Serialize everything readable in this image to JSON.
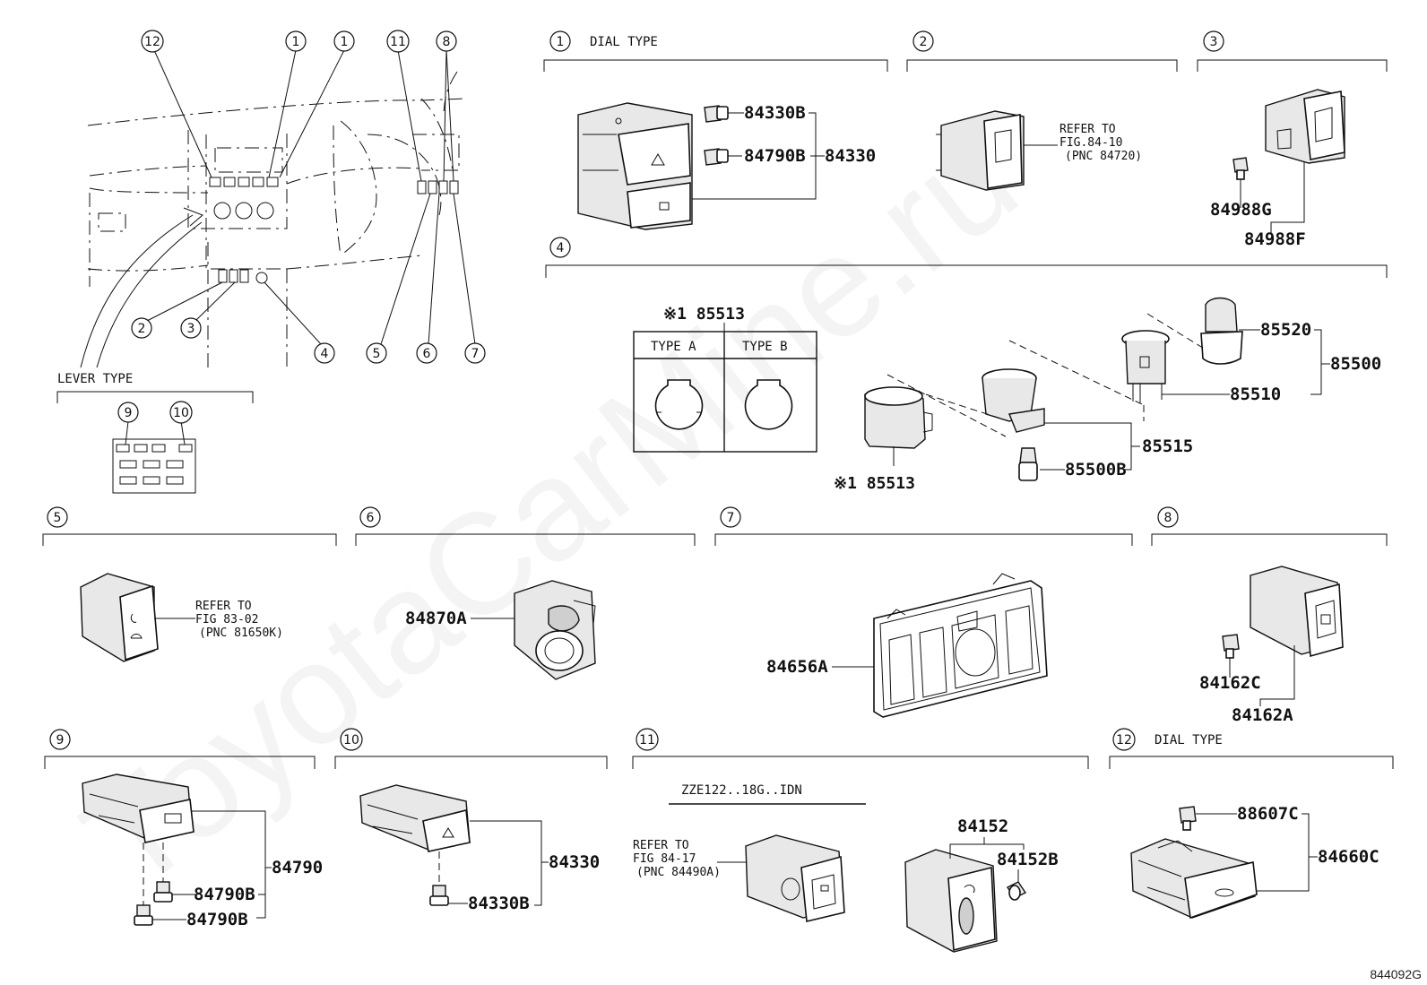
{
  "watermark": "ToyotaCarMine.ru",
  "figure_code": "844092G",
  "callouts": [
    "12",
    "1",
    "1",
    "11",
    "8",
    "2",
    "3",
    "4",
    "5",
    "6",
    "7"
  ],
  "lever_type": {
    "label": "LEVER TYPE",
    "callouts": [
      "9",
      "10"
    ]
  },
  "sections": {
    "s1": {
      "num": "1",
      "caption": "DIAL TYPE",
      "parts": {
        "p1": "84330B",
        "p2": "84790B",
        "p3": "84330"
      }
    },
    "s2": {
      "num": "2",
      "refer": [
        "REFER TO",
        "FIG.84-10",
        "(PNC 84720)"
      ]
    },
    "s3": {
      "num": "3",
      "parts": {
        "p1": "84988G",
        "p2": "84988F"
      }
    },
    "s4": {
      "num": "4",
      "parts": {
        "table_title": "※1 85513",
        "type_a": "TYPE A",
        "type_b": "TYPE B",
        "p1": "※1 85513",
        "p2": "85520",
        "p3": "85500",
        "p4": "85510",
        "p5": "85515",
        "p6": "85500B"
      }
    },
    "s5": {
      "num": "5",
      "refer": [
        "REFER TO",
        "FIG 83-02",
        "(PNC 81650K)"
      ]
    },
    "s6": {
      "num": "6",
      "parts": {
        "p1": "84870A"
      }
    },
    "s7": {
      "num": "7",
      "parts": {
        "p1": "84656A"
      }
    },
    "s8": {
      "num": "8",
      "parts": {
        "p1": "84162C",
        "p2": "84162A"
      }
    },
    "s9": {
      "num": "9",
      "parts": {
        "p1": "84790",
        "p2": "84790B",
        "p3": "84790B"
      }
    },
    "s10": {
      "num": "10",
      "parts": {
        "p1": "84330",
        "p2": "84330B"
      }
    },
    "s11": {
      "num": "11",
      "caption": "ZZE122..18G..IDN",
      "refer": [
        "REFER TO",
        "FIG 84-17",
        "(PNC 84490A)"
      ],
      "parts": {
        "p1": "84152",
        "p2": "84152B"
      }
    },
    "s12": {
      "num": "12",
      "caption": "DIAL TYPE",
      "parts": {
        "p1": "88607C",
        "p2": "84660C"
      }
    }
  }
}
